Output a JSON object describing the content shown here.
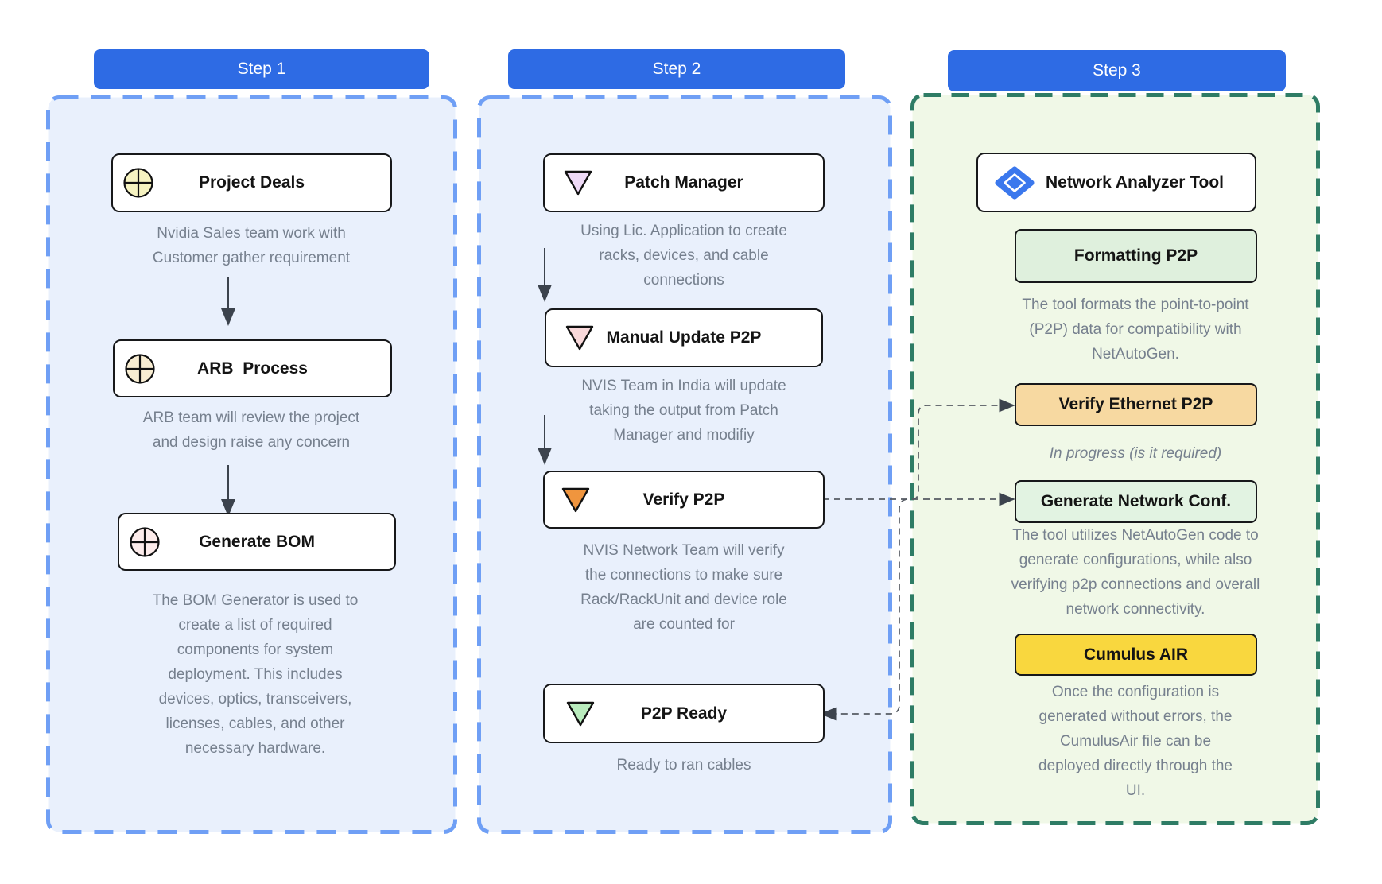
{
  "steps": [
    {
      "header": "Step 1",
      "cards": [
        {
          "id": "project-deals",
          "title": "Project Deals",
          "icon": "circle-crosshair",
          "icon_color": "#f6f3c1",
          "desc": [
            "Nvidia Sales team work with",
            "Customer gather requirement"
          ]
        },
        {
          "id": "arb-process",
          "title": "ARB  Process",
          "icon": "circle-crosshair",
          "icon_color": "#f8edd2",
          "desc": [
            "ARB team will review the project",
            "and design raise any concern"
          ]
        },
        {
          "id": "generate-bom",
          "title": "Generate BOM",
          "icon": "circle-crosshair",
          "icon_color": "#fdeceb",
          "desc": [
            "The BOM Generator is used to",
            "create a list of required",
            "components for system",
            "deployment. This includes",
            "devices, optics, transceivers,",
            "licenses, cables, and other",
            "necessary hardware."
          ]
        }
      ]
    },
    {
      "header": "Step 2",
      "cards": [
        {
          "id": "patch-manager",
          "title": "Patch Manager",
          "icon": "triangle-down",
          "icon_color": "#eed9f6",
          "desc": [
            "Using Lic. Application to create",
            "racks, devices, and cable",
            "connections"
          ]
        },
        {
          "id": "manual-update-p2p",
          "title": "Manual Update P2P",
          "icon": "triangle-down",
          "icon_color": "#f9d8da",
          "desc": [
            "NVIS Team in India will update",
            "taking the output from Patch",
            "Manager and modifiy"
          ]
        },
        {
          "id": "verify-p2p",
          "title": "Verify P2P",
          "icon": "triangle-down",
          "icon_color": "#f0953e",
          "desc": [
            "NVIS Network Team will verify",
            "the connections to make sure",
            "Rack/RackUnit and device role",
            "are counted for"
          ]
        },
        {
          "id": "p2p-ready",
          "title": "P2P Ready",
          "icon": "triangle-down",
          "icon_color": "#b9ecbd",
          "desc": [
            "Ready to ran cables"
          ]
        }
      ]
    },
    {
      "header": "Step 3",
      "cards": [
        {
          "id": "network-analyzer-tool",
          "title": "Network Analyzer Tool",
          "icon": "diamond",
          "icon_color": "#3b78ed"
        },
        {
          "id": "formatting-p2p",
          "title": "Formatting P2P",
          "bg": "#dff0dd",
          "desc": [
            "The tool formats the point-to-point",
            "(P2P) data for compatibility with",
            "NetAutoGen."
          ]
        },
        {
          "id": "verify-ethernet-p2p",
          "title": "Verify Ethernet P2P",
          "bg": "#f7d9a1",
          "note": "In progress (is it required)"
        },
        {
          "id": "generate-network-conf",
          "title": "Generate Network Conf.",
          "bg": "#e2f3e2",
          "desc": [
            "The tool utilizes NetAutoGen code to",
            "generate configurations, while also",
            "verifying p2p connections and overall",
            "network connectivity."
          ]
        },
        {
          "id": "cumulus-air",
          "title": "Cumulus AIR",
          "bg": "#f9d73e",
          "desc": [
            "Once the configuration is",
            "generated without errors, the",
            "CumulusAir file can be",
            "deployed directly through the",
            "UI."
          ]
        }
      ]
    }
  ],
  "colors": {
    "header_blue": "#2e6be4",
    "panel_blue_bg": "#e9f0fc",
    "panel_blue_border": "#6f9ff5",
    "panel_green_bg": "#f0f8e7",
    "panel_green_border": "#2e7c65",
    "card_border": "#17181a",
    "desc_text": "#76808e",
    "connector_gray": "#565b63",
    "icon_circle_yellow": "#f6f3c1",
    "icon_circle_cream": "#f8edd2",
    "icon_circle_pink": "#fdeceb",
    "icon_triangle_lilac": "#eed9f6",
    "icon_triangle_pink": "#f9d8da",
    "icon_triangle_orange": "#f0953e",
    "icon_triangle_green": "#b9ecbd",
    "icon_diamond_blue": "#3b78ed",
    "card_formatting_bg": "#dff0dd",
    "card_ethernet_bg": "#f7d9a1",
    "card_genconf_bg": "#e2f3e2",
    "card_cumulus_bg": "#f9d73e"
  }
}
